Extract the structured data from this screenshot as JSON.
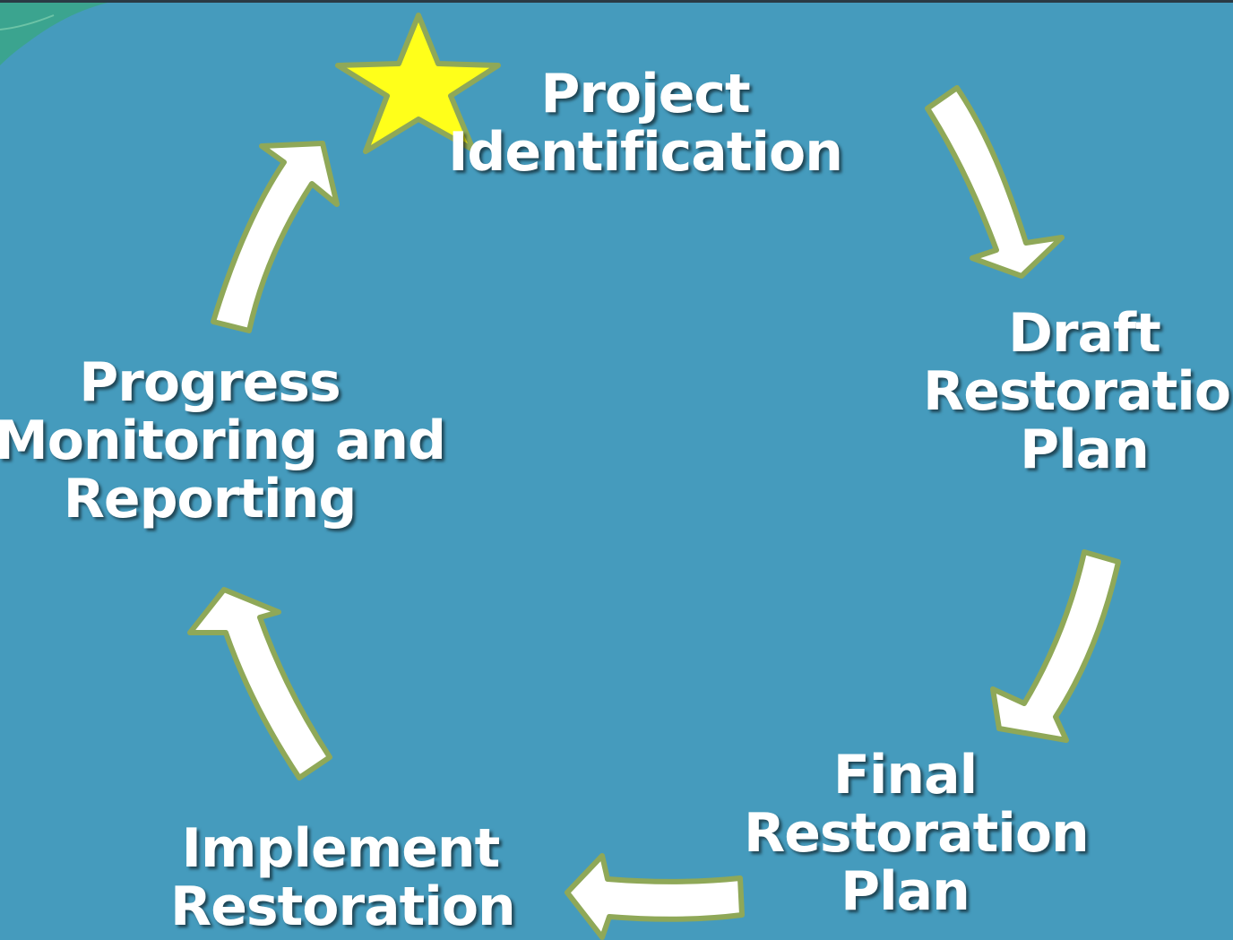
{
  "diagram": {
    "type": "cycle",
    "colors": {
      "background": "#459bbd",
      "arrow_fill": "#ffffff",
      "arrow_outline": "#8fa858",
      "star_fill": "#ffff1a",
      "star_outline": "#8fa858",
      "corner_accent": "#3aa58a",
      "text": "#ffffff"
    },
    "marker": {
      "icon": "star-icon",
      "at_step": 1
    },
    "steps": [
      {
        "id": 1,
        "lines": [
          "Project",
          "Identification"
        ]
      },
      {
        "id": 2,
        "lines": [
          "Draft",
          "Restoration",
          "Plan"
        ]
      },
      {
        "id": 3,
        "lines": [
          "Final",
          "Restoration",
          "Plan"
        ]
      },
      {
        "id": 4,
        "lines": [
          "Implement",
          "Restoration"
        ]
      },
      {
        "id": 5,
        "lines": [
          "Progress",
          "Monitoring and",
          "Reporting"
        ]
      }
    ],
    "arrows": [
      {
        "from": 1,
        "to": 2,
        "icon": "curved-arrow-icon"
      },
      {
        "from": 2,
        "to": 3,
        "icon": "curved-arrow-icon"
      },
      {
        "from": 3,
        "to": 4,
        "icon": "curved-arrow-icon"
      },
      {
        "from": 4,
        "to": 5,
        "icon": "curved-arrow-icon"
      },
      {
        "from": 5,
        "to": 1,
        "icon": "curved-arrow-icon"
      }
    ]
  }
}
